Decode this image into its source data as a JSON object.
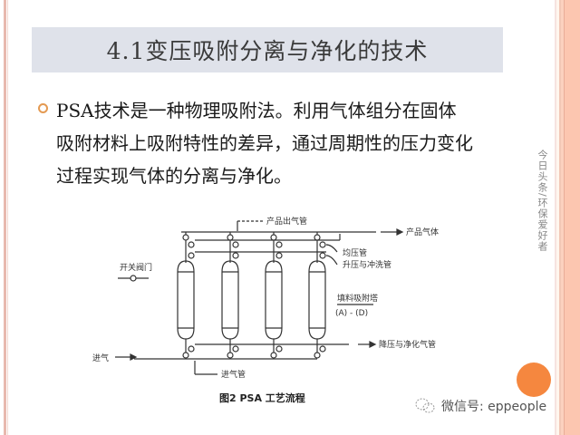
{
  "slide": {
    "title": "4.1变压吸附分离与净化的技术",
    "bullet": {
      "icon": "hollow-circle-bullet",
      "lines": [
        "PSA技术是一种物理吸附法。利用气体组分在固体",
        "吸附材料上吸附特性的差异，通过周期性的压力变化",
        "过程实现气体的分离与净化。"
      ]
    }
  },
  "diagram": {
    "labels": {
      "product_outlet_pipe": "产品出气管",
      "product_gas": "产品气体",
      "equalize_pipe": "均压管",
      "pressurize_flush_pipe": "升压与冲洗管",
      "valve_legend": "开关阀门",
      "packed_tower": "填料吸附塔",
      "tower_range": "(A) - (D)",
      "depressurize_pipe": "降压与净化气管",
      "feed_gas": "进气",
      "feed_pipe": "进气管"
    },
    "caption": "图2  PSA 工艺流程",
    "tank_count": 4
  },
  "watermark": {
    "side_text": "今日头条/环保爱好者",
    "wechat_text": "微信号: eppeople"
  },
  "colors": {
    "title_bg": "#dfe2ea",
    "bullet_accent": "#e49a52",
    "orange_circle": "#f5873f",
    "border_salmon": "#fcc6b0"
  }
}
